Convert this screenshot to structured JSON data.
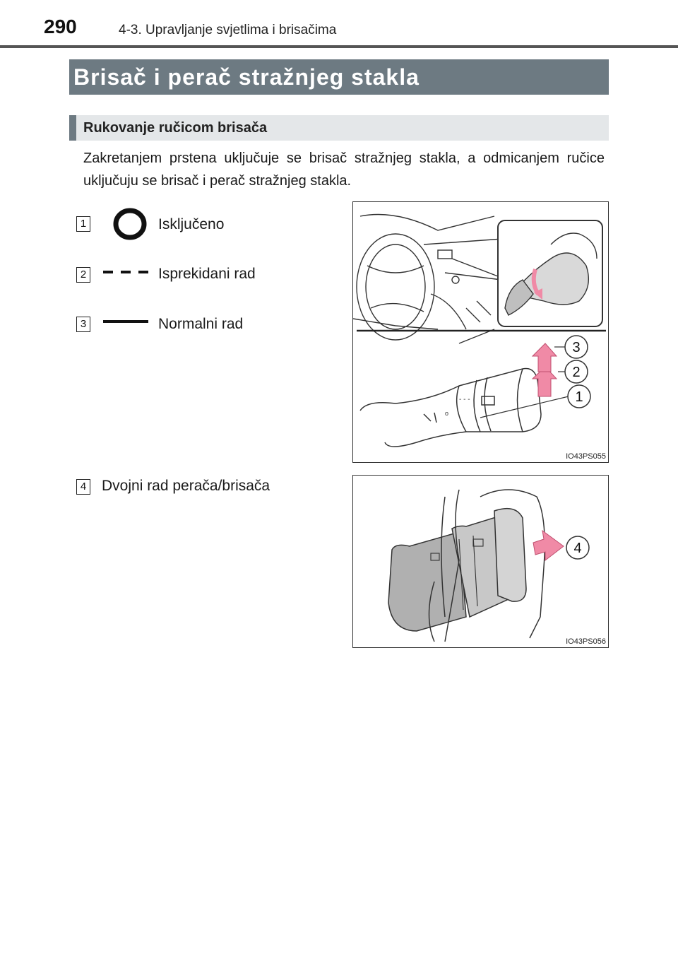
{
  "header": {
    "page_number": "290",
    "chapter": "4-3. Upravljanje svjetlima i brisačima"
  },
  "section": {
    "title": "Brisač i perač stražnjeg stakla"
  },
  "subsection": {
    "title": "Rukovanje ručicom brisača"
  },
  "intro": "Zakretanjem prstena uključuje se brisač stražnjeg stakla, a odmicanjem ručice uključuju se brisač i perač stražnjeg stakla.",
  "items": [
    {
      "number": "1",
      "symbol": "circle-symbol",
      "label": "Isključeno"
    },
    {
      "number": "2",
      "symbol": "dashed-line-symbol",
      "label": "Isprekidani rad"
    },
    {
      "number": "3",
      "symbol": "solid-line-symbol",
      "label": "Normalni rad"
    },
    {
      "number": "4",
      "symbol": "",
      "label": "Dvojni rad perača/brisača"
    }
  ],
  "figures": [
    {
      "code": "IO43PS055",
      "callouts": [
        "3",
        "2",
        "1"
      ]
    },
    {
      "code": "IO43PS056",
      "callouts": [
        "4"
      ]
    }
  ],
  "colors": {
    "title_bar": "#6d7a82",
    "subtitle_bar": "#e4e7e9",
    "arrow_pink": "#f08aa6"
  }
}
